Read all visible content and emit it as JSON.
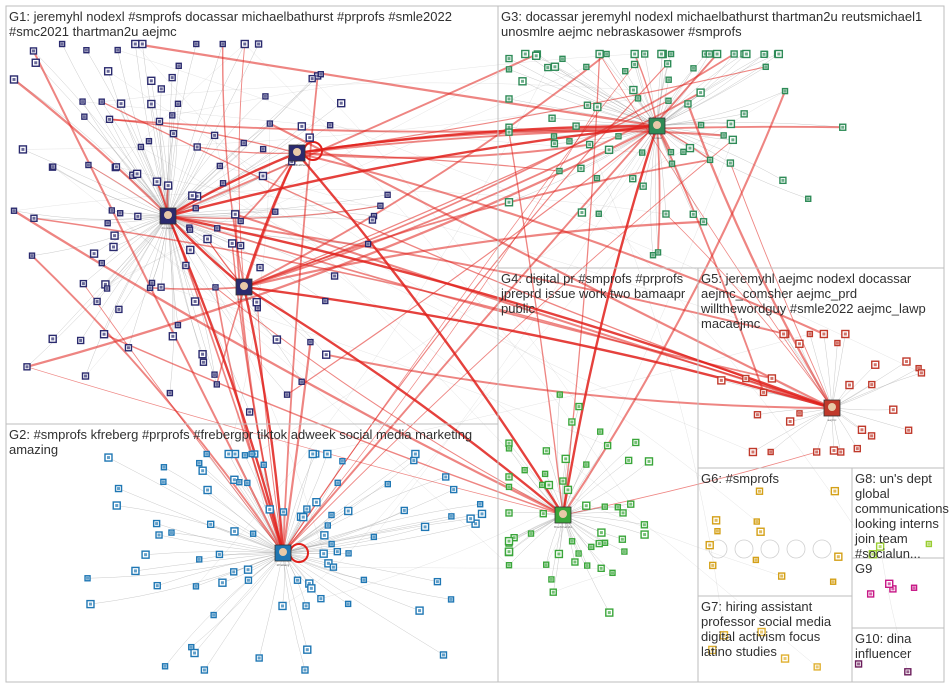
{
  "groups": [
    {
      "id": "G1",
      "label": "G1: jeremyhl nodexl #smprofs docassar michaelbathurst #prprofs #smle2022 #smc2021 thartman2u aejmc",
      "node_color": "#2a2a6e"
    },
    {
      "id": "G2",
      "label": "G2: #smprofs kfreberg #prprofs #frebergpr tiktok adweek social media marketing amazing",
      "node_color": "#1f77b4"
    },
    {
      "id": "G3",
      "label": "G3: docassar jeremyhl nodexl michaelbathurst thartman2u reutsmichael1 unosmlre aejmc nebraskasower #smprofs",
      "node_color": "#2e8b57"
    },
    {
      "id": "G4",
      "label": "G4: digital pr #smprofs #prprofs jpreprd issue work two bamaapr public",
      "node_color": "#3aa63a"
    },
    {
      "id": "G5",
      "label": "G5: jeremyhl aejmc nodexl docassar aejmc_comsher aejmc_prd willthewordguy #smle2022 aejmc_lawp macaejmc",
      "node_color": "#c0392b"
    },
    {
      "id": "G6",
      "label": "G6: #smprofs",
      "node_color": "#d4a017"
    },
    {
      "id": "G7",
      "label": "G7: hiring assistant professor social media digital activism focus latino studies",
      "node_color": "#e0b030"
    },
    {
      "id": "G8",
      "label": "G8: un's dept global communications looking interns join team #socialun...",
      "node_color": "#9acd32"
    },
    {
      "id": "G9",
      "label": "G9",
      "node_color": "#c71585"
    },
    {
      "id": "G10",
      "label": "G10: dina influencer",
      "node_color": "#6a1b5a"
    }
  ],
  "hubs": [
    {
      "label": "docassar",
      "group": "G1"
    },
    {
      "label": "michaelbathurst",
      "group": "G1"
    },
    {
      "label": "jeremyhl",
      "group": "G1"
    },
    {
      "label": "kfreberg",
      "group": "G2"
    },
    {
      "label": "nodexl",
      "group": "G3"
    },
    {
      "label": "thartman2u",
      "group": "G4"
    },
    {
      "label": "aejmc",
      "group": "G5"
    }
  ],
  "colors": {
    "edge_gray": "#9e9e9e",
    "edge_red": "#e0201b",
    "box": "#bdbdbd"
  }
}
